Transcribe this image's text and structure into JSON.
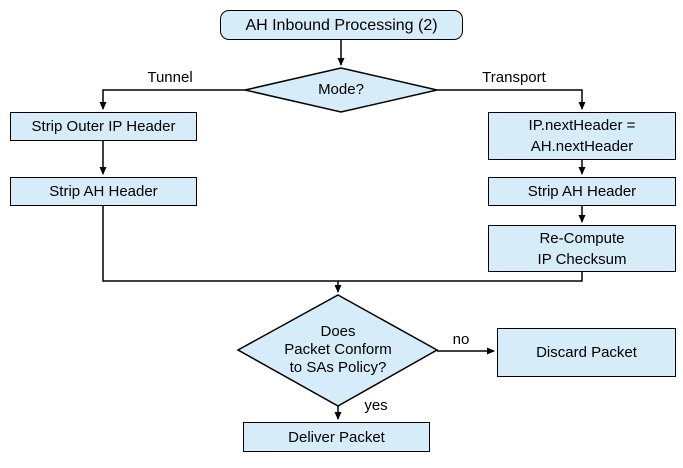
{
  "diagram": {
    "title_node": "AH Inbound Processing (2)",
    "nodes": {
      "mode_decision": "Mode?",
      "strip_outer_ip": "Strip Outer IP Header",
      "strip_ah_left": "Strip AH Header",
      "ip_next_header_line1": "IP.nextHeader =",
      "ip_next_header_line2": "AH.nextHeader",
      "strip_ah_right": "Strip AH Header",
      "recompute_line1": "Re-Compute",
      "recompute_line2": "IP Checksum",
      "policy_decision_line1": "Does",
      "policy_decision_line2": "Packet Conform",
      "policy_decision_line3": "to SAs Policy?",
      "discard_packet": "Discard Packet",
      "deliver_packet": "Deliver Packet"
    },
    "edge_labels": {
      "tunnel": "Tunnel",
      "transport": "Transport",
      "no": "no",
      "yes": "yes"
    },
    "colors": {
      "node_fill": "#d6ecf8",
      "node_border": "#000000",
      "connector": "#000000",
      "background": "#ffffff"
    }
  }
}
